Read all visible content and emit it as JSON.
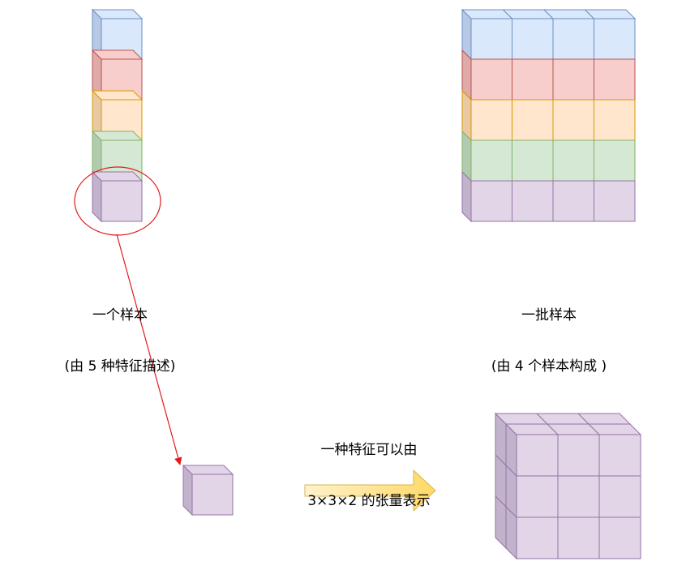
{
  "labels": {
    "single_sample": {
      "line1": "一个样本",
      "line2": "(由 5 种特征描述)"
    },
    "batch": {
      "line1": "一批样本",
      "line2": "(由 4 个样本构成 )"
    },
    "feature_tensor": {
      "line1": "一种特征可以由",
      "line2": "3×3×2 的张量表示"
    }
  },
  "features": [
    {
      "name": "blue",
      "face": "#dae8fc",
      "stroke": "#6c8ebf",
      "side": "#b7c9e6"
    },
    {
      "name": "red",
      "face": "#f8cecc",
      "stroke": "#b85450",
      "side": "#dfaaa8"
    },
    {
      "name": "orange",
      "face": "#ffe6cc",
      "stroke": "#d79b00",
      "side": "#e8c9a4"
    },
    {
      "name": "green",
      "face": "#d5e8d4",
      "stroke": "#82b366",
      "side": "#b1cbae"
    },
    {
      "name": "purple",
      "face": "#e1d5e7",
      "stroke": "#9673a6",
      "side": "#c2b3cd"
    }
  ],
  "batch_size": 4,
  "tensor_shape": [
    3,
    3,
    2
  ],
  "colors": {
    "highlight": "#e31a1c",
    "arrow_fill_start": "#fff2cc",
    "arrow_fill_end": "#ffd966",
    "arrow_stroke": "#d6b656"
  }
}
